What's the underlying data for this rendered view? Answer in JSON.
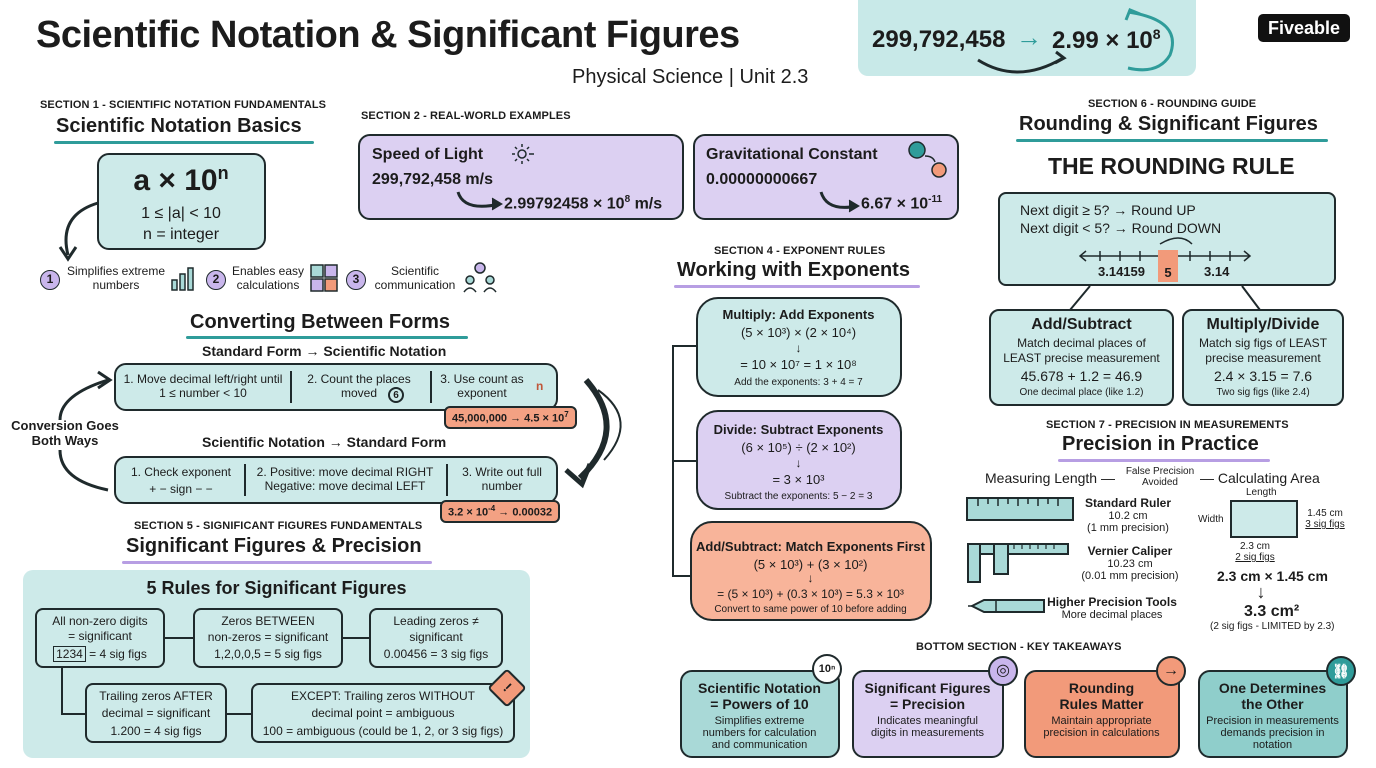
{
  "header": {
    "title": "Scientific Notation & Significant Figures",
    "subtitle": "Physical Science | Unit 2.3",
    "banner_left": "299,792,458",
    "banner_right": "2.99 × 10",
    "banner_exp": "8",
    "logo": "Fiveable"
  },
  "section1": {
    "label": "SECTION 1 - SCIENTIFIC NOTATION FUNDAMENTALS",
    "title": "Scientific Notation Basics",
    "formula": "a × 10",
    "formula_exp": "n",
    "cond1": "1 ≤ |a| < 10",
    "cond2": "n = integer",
    "benefits": [
      {
        "num": "1",
        "text": "Simplifies extreme numbers",
        "icon": "bar-chart-icon"
      },
      {
        "num": "2",
        "text": "Enables easy calculations",
        "icon": "calculator-icon"
      },
      {
        "num": "3",
        "text": "Scientific communication",
        "icon": "people-icon"
      }
    ]
  },
  "section2": {
    "label": "SECTION 2 - REAL-WORLD EXAMPLES",
    "examples": [
      {
        "title": "Speed of Light",
        "value": "299,792,458 m/s",
        "sci": "2.99792458 × 10",
        "exp": "8",
        "unit": " m/s"
      },
      {
        "title": "Gravitational Constant",
        "value": "0.00000000667",
        "sci": "6.67 × 10",
        "exp": "-11",
        "unit": ""
      }
    ]
  },
  "converting": {
    "title": "Converting Between Forms",
    "std_to_sci": "Standard Form → Scientific Notation",
    "steps1": [
      "1. Move decimal left/right until 1 ≤ number < 10",
      "2. Count the places moved",
      "3. Use count as exponent"
    ],
    "count_badge": "6",
    "exp_badge": "n",
    "example1": "45,000,000 → 4.5 × 10",
    "example1_exp": "7",
    "side_label": "Conversion Goes Both Ways",
    "sci_to_std": "Scientific Notation → Standard Form",
    "steps2_1": "1. Check exponent",
    "steps2_1b": "+ − sign − −",
    "steps2_2a": "2. Positive: move decimal RIGHT",
    "steps2_2b": "Negative: move decimal LEFT",
    "steps2_3": "3. Write out full number",
    "example2": "3.2 × 10",
    "example2_exp": "-4",
    "example2_result": " → 0.00032"
  },
  "section4": {
    "label": "SECTION 4 - EXPONENT RULES",
    "title": "Working with Exponents",
    "multiply": {
      "title": "Multiply: Add Exponents",
      "l1": "(5 × 10³) × (2 × 10⁴)",
      "l2": "= 10 × 10⁷ = 1 × 10⁸",
      "note": "Add the exponents: 3 + 4 = 7"
    },
    "divide": {
      "title": "Divide: Subtract Exponents",
      "l1": "(6 × 10⁵) ÷ (2 × 10²)",
      "l2": "= 3 × 10³",
      "note": "Subtract the exponents: 5 − 2 = 3"
    },
    "add": {
      "title": "Add/Subtract: Match Exponents First",
      "l1": "(5 × 10³) + (3 × 10²)",
      "l2": "= (5 × 10³) + (0.3 × 10³) = 5.3 × 10³",
      "note": "Convert to same power of 10 before adding"
    }
  },
  "section5": {
    "label": "SECTION 5 - SIGNIFICANT FIGURES FUNDAMENTALS",
    "title": "Significant Figures & Precision",
    "rules_title": "5 Rules for Significant Figures",
    "rule1": [
      "All non-zero digits",
      "= significant"
    ],
    "rule1_box": "1234",
    "rule1_tail": " = 4 sig figs",
    "rule2": [
      "Zeros BETWEEN",
      "non-zeros = significant",
      "1,2,0,0,5 = 5 sig figs"
    ],
    "rule3": [
      "Leading zeros ≠",
      "significant",
      "0.00456 = 3 sig figs"
    ],
    "rule4": [
      "Trailing zeros AFTER",
      "decimal = significant",
      "1.200 = 4 sig figs"
    ],
    "rule5": [
      "EXCEPT: Trailing zeros WITHOUT",
      "decimal point = ambiguous",
      "100 = ambiguous (could be 1, 2, or 3 sig figs)"
    ],
    "warn": "!"
  },
  "section6": {
    "label": "SECTION 6 - ROUNDING GUIDE",
    "title": "Rounding & Significant Figures",
    "rule_heading": "THE ROUNDING RULE",
    "up": "Next digit ≥ 5? → Round UP",
    "down": "Next digit < 5? → Round DOWN",
    "num_left": "3.14159",
    "num_mid": "5",
    "num_right": "3.14",
    "addsub": [
      "Add/Subtract",
      "Match decimal places of",
      "LEAST precise measurement",
      "45.678 + 1.2 = 46.9",
      "One decimal place (like 1.2)"
    ],
    "muldiv": [
      "Multiply/Divide",
      "Match sig figs of LEAST",
      "precise measurement",
      "2.4 × 3.15 = 7.6",
      "Two sig figs (like 2.4)"
    ]
  },
  "section7": {
    "label": "SECTION 7 - PRECISION IN MEASUREMENTS",
    "title": "Precision in Practice",
    "measuring": "Measuring Length —",
    "false_precision": [
      "False Precision",
      "Avoided"
    ],
    "calculating": "— Calculating Area",
    "tools": [
      {
        "name": "Standard Ruler",
        "l2": "10.2 cm",
        "l3": "(1 mm precision)"
      },
      {
        "name": "Vernier Caliper",
        "l2": "10.23 cm",
        "l3": "(0.01 mm precision)"
      },
      {
        "name": "Higher Precision Tools",
        "l2": "More decimal places",
        "l3": ""
      }
    ],
    "length": "Length",
    "width": "Width",
    "side_right": [
      "1.45 cm",
      "3 sig figs"
    ],
    "side_bottom": [
      "2.3 cm",
      "2 sig figs"
    ],
    "calc": "2.3 cm × 1.45 cm",
    "result": "3.3 cm²",
    "result_note": "(2 sig figs - LIMITED by 2.3)"
  },
  "bottom": {
    "label": "BOTTOM SECTION - KEY TAKEAWAYS",
    "cards": [
      {
        "t1": "Scientific Notation",
        "t2": "= Powers of 10",
        "d": "Simplifies extreme numbers for calculation and communication",
        "badge": "10ⁿ"
      },
      {
        "t1": "Significant Figures",
        "t2": "= Precision",
        "d": "Indicates meaningful digits in measurements",
        "badge": "◎"
      },
      {
        "t1": "Rounding",
        "t2": "Rules Matter",
        "d": "Maintain appropriate precision in calculations",
        "badge": "→"
      },
      {
        "t1": "One Determines",
        "t2": "the Other",
        "d": "Precision in measurements demands precision in notation",
        "badge": "⛓"
      }
    ]
  },
  "colors": {
    "teal": "#cdeae9",
    "purple": "#dcd0f2",
    "orange": "#f29a7a",
    "accent_purple": "#b79ee3",
    "accent_teal": "#2f9c9a"
  }
}
